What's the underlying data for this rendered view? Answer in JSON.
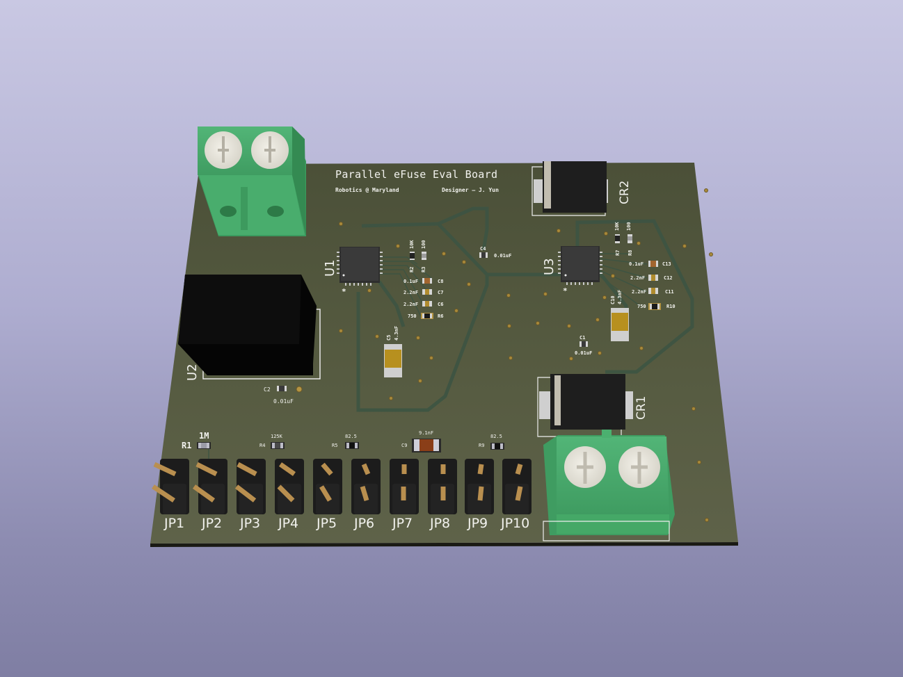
{
  "scene": {
    "view": "3D PCB render",
    "background_top": "#c9c8e3",
    "background_bottom": "#7f7ea3",
    "board_color": "#55583f",
    "trace_color": "#3d5443",
    "silkscreen_color": "#f2f2ee",
    "terminal_color": "#4fb072"
  },
  "silkscreen": {
    "title": "Parallel eFuse Eval Board",
    "org": "Robotics @ Maryland",
    "designer": "Designer — J. Yun"
  },
  "ics": {
    "u1": "U1",
    "u2": "U2",
    "u3": "U3"
  },
  "diodes": {
    "cr1": "CR1",
    "cr2": "CR2"
  },
  "u1_components": [
    {
      "ref": "R2",
      "value": "10K"
    },
    {
      "ref": "R3",
      "value": "100"
    },
    {
      "ref": "C8",
      "value": "0.1uF"
    },
    {
      "ref": "C7",
      "value": "2.2nF"
    },
    {
      "ref": "C6",
      "value": "2.2nF"
    },
    {
      "ref": "R6",
      "value": "750"
    },
    {
      "ref": "C5",
      "value": "4.3nF"
    },
    {
      "ref": "C4",
      "value": "0.01uF"
    }
  ],
  "u3_components": [
    {
      "ref": "R7",
      "value": "10K"
    },
    {
      "ref": "R8",
      "value": "100"
    },
    {
      "ref": "C13",
      "value": "0.1uF"
    },
    {
      "ref": "C12",
      "value": "2.2nF"
    },
    {
      "ref": "C11",
      "value": "2.2nF"
    },
    {
      "ref": "R10",
      "value": "750"
    },
    {
      "ref": "C10",
      "value": "4.3nF"
    },
    {
      "ref": "C1",
      "value": "0.01uF"
    }
  ],
  "u2_components": [
    {
      "ref": "C2",
      "value": "0.01uF"
    }
  ],
  "bottom_components": [
    {
      "ref": "R1",
      "value": "1M"
    },
    {
      "ref": "R4",
      "value": "125K"
    },
    {
      "ref": "R5",
      "value": "82.5"
    },
    {
      "ref": "C9",
      "value": "9.1nF"
    },
    {
      "ref": "R9",
      "value": "82.5"
    }
  ],
  "jumpers": [
    "JP1",
    "JP2",
    "JP3",
    "JP4",
    "JP5",
    "JP6",
    "JP7",
    "JP8",
    "JP9",
    "JP10"
  ],
  "pin1_marker": "*"
}
